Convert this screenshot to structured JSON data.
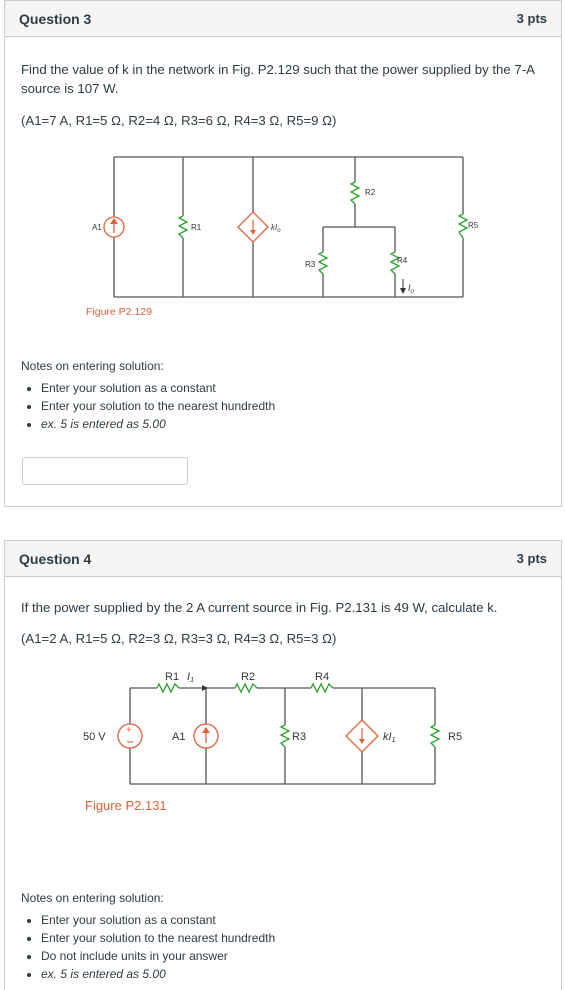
{
  "question3": {
    "title": "Question 3",
    "points": "3 pts",
    "prompt": "Find the value of k in the network in Fig. P2.129 such that the power supplied by the 7-A source is 107 W.",
    "params": "(A1=7 A, R1=5 Ω, R2=4 Ω, R3=6 Ω, R4=3 Ω, R5=9 Ω)",
    "figure_caption": "Figure P2.129",
    "labels": {
      "a1": "A1",
      "r1": "R1",
      "r2": "R2",
      "r3": "R3",
      "r4": "R4",
      "r5": "R5",
      "dep": "kI",
      "dep_sub": "o",
      "io": "I",
      "io_sub": "o"
    },
    "notes_heading": "Notes on entering solution:",
    "notes": [
      "Enter your solution as a constant",
      "Enter your solution to the nearest hundredth",
      "ex. 5 is entered as 5.00"
    ],
    "answer_value": ""
  },
  "question4": {
    "title": "Question 4",
    "points": "3 pts",
    "prompt": "If the power supplied by the 2 A current source in Fig. P2.131 is 49 W, calculate k.",
    "params": "(A1=2 A, R1=5 Ω, R2=3 Ω, R3=3 Ω, R4=3 Ω, R5=3 Ω)",
    "figure_caption": "Figure P2.131",
    "labels": {
      "v": "50 V",
      "a1": "A1",
      "r1": "R1",
      "i1": "I",
      "i1_sub": "1",
      "r2": "R2",
      "r3": "R3",
      "r4": "R4",
      "r5": "R5",
      "dep": "kI",
      "dep_sub": "1"
    },
    "notes_heading": "Notes on entering solution:",
    "notes": [
      "Enter your solution as a constant",
      "Enter your solution to the nearest hundredth",
      "Do not include units in your answer",
      "ex. 5 is entered as 5.00"
    ]
  },
  "colors": {
    "wire": "#555555",
    "accent": "#e0613d",
    "header_bg": "#f5f5f5",
    "border": "#c7cdd1"
  }
}
